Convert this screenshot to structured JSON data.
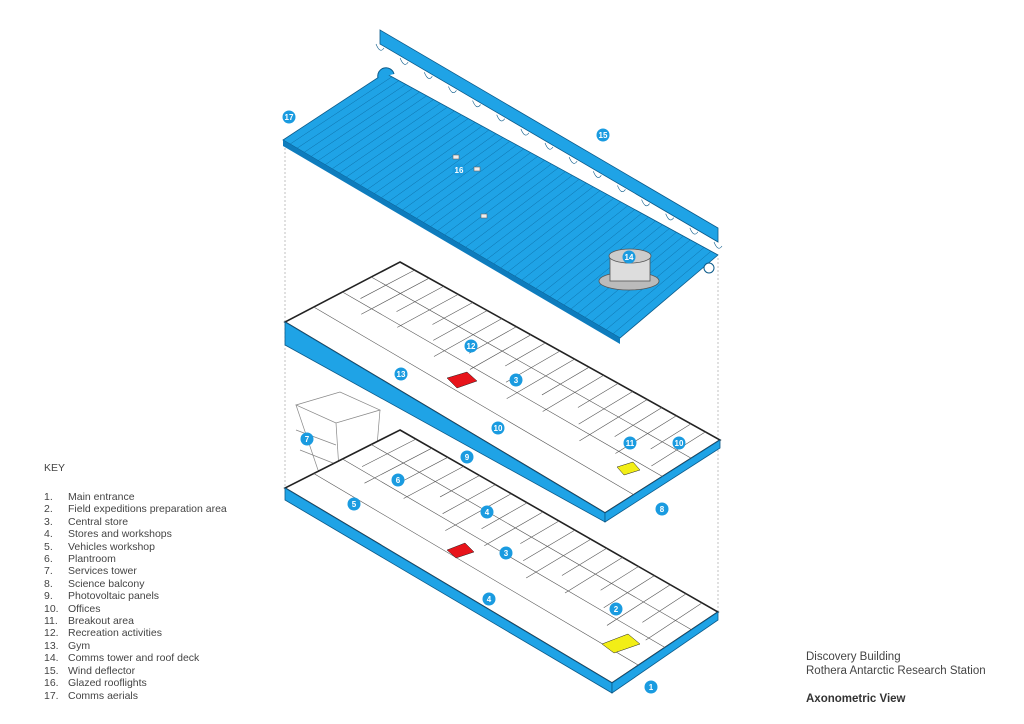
{
  "key": {
    "title": "KEY",
    "items": [
      {
        "num": "1.",
        "label": "Main entrance"
      },
      {
        "num": "2.",
        "label": "Field expeditions preparation area"
      },
      {
        "num": "3.",
        "label": "Central store"
      },
      {
        "num": "4.",
        "label": "Stores and workshops"
      },
      {
        "num": "5.",
        "label": "Vehicles workshop"
      },
      {
        "num": "6.",
        "label": "Plantroom"
      },
      {
        "num": "7.",
        "label": "Services tower"
      },
      {
        "num": "8.",
        "label": "Science balcony"
      },
      {
        "num": "9.",
        "label": "Photovoltaic panels"
      },
      {
        "num": "10.",
        "label": "Offices"
      },
      {
        "num": "11.",
        "label": "Breakout area"
      },
      {
        "num": "12.",
        "label": "Recreation activities"
      },
      {
        "num": "13.",
        "label": "Gym"
      },
      {
        "num": "14.",
        "label": "Comms tower and roof deck"
      },
      {
        "num": "15.",
        "label": "Wind deflector"
      },
      {
        "num": "16.",
        "label": "Glazed rooflights"
      },
      {
        "num": "17.",
        "label": "Comms aerials"
      }
    ]
  },
  "title_block": {
    "building": "Discovery Building",
    "site": "Rothera Antarctic Research Station",
    "view": "Axonometric View"
  },
  "markers": [
    "17",
    "15",
    "16",
    "14",
    "12",
    "13",
    "3",
    "10",
    "11",
    "10",
    "9",
    "7",
    "6",
    "5",
    "8",
    "4",
    "3",
    "4",
    "2",
    "1"
  ],
  "colors": {
    "cladding": "#1fa3e6",
    "marker": "#1a9be0",
    "highlight_red": "#e8141b",
    "highlight_yellow": "#f2ee16"
  }
}
